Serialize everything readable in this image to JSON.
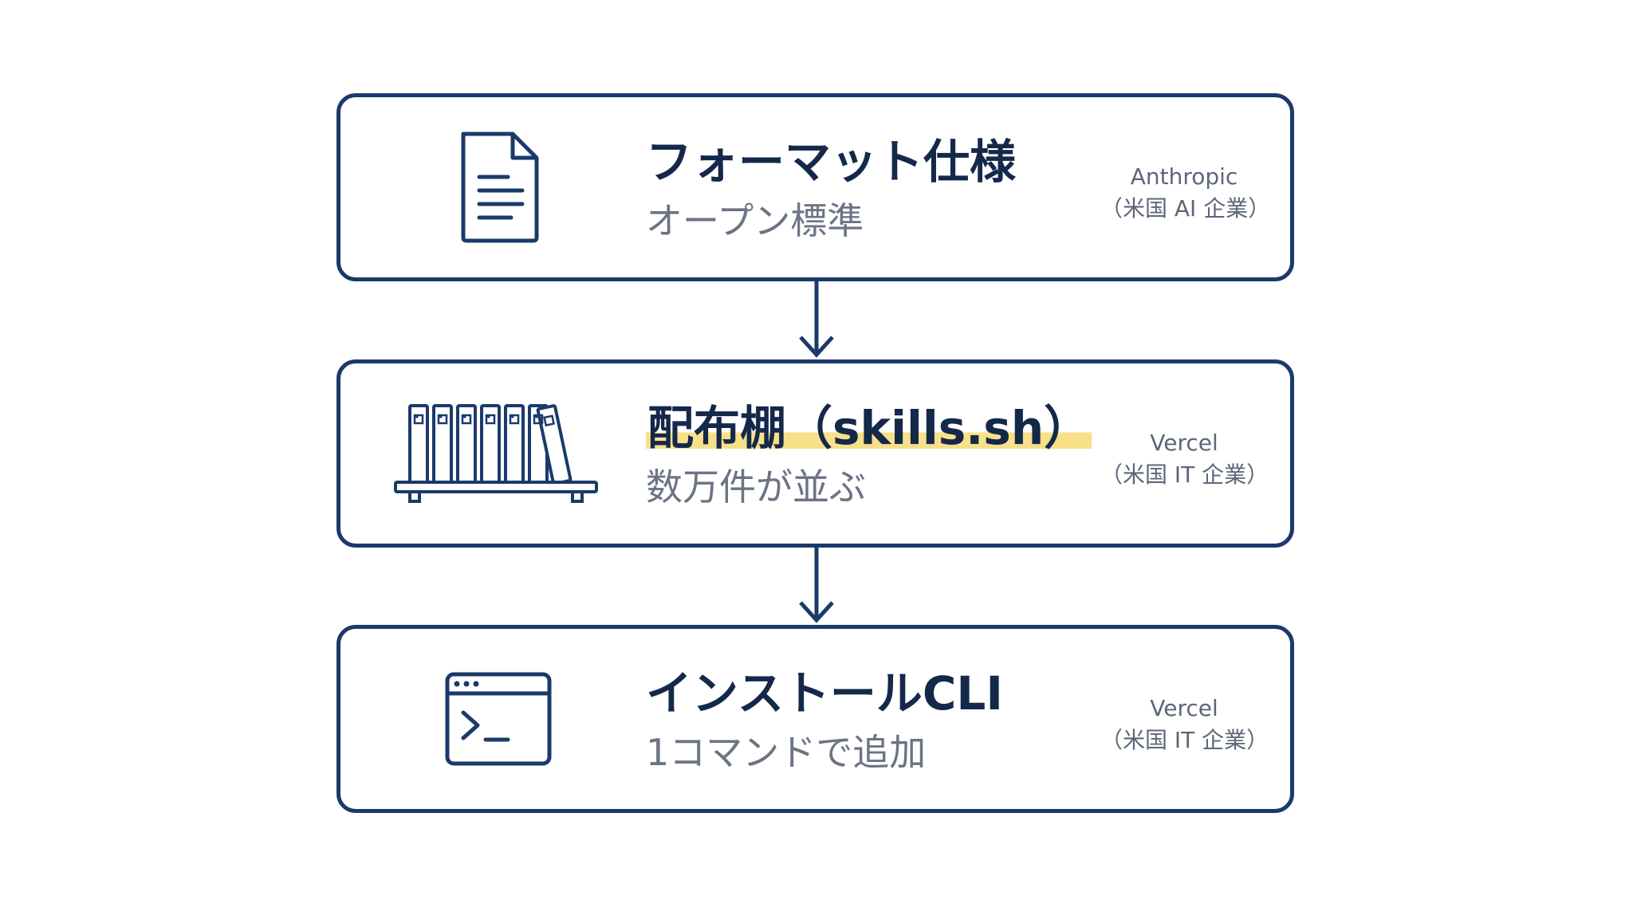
{
  "colors": {
    "border": "#1b3a6b",
    "title": "#14284a",
    "subtitle": "#6b7384",
    "org": "#5d6679",
    "highlight": "#f8e08a"
  },
  "steps": [
    {
      "title": "フォーマット仕様",
      "subtitle": "オープン標準",
      "org_name": "Anthropic",
      "org_note": "（米国 AI 企業）",
      "icon": "document-icon"
    },
    {
      "title": "配布棚（skills.sh）",
      "subtitle": "数万件が並ぶ",
      "org_name": "Vercel",
      "org_note": "（米国 IT 企業）",
      "icon": "bookshelf-icon"
    },
    {
      "title": "インストールCLI",
      "subtitle": "1コマンドで追加",
      "org_name": "Vercel",
      "org_note": "（米国 IT 企業）",
      "icon": "terminal-icon"
    }
  ]
}
